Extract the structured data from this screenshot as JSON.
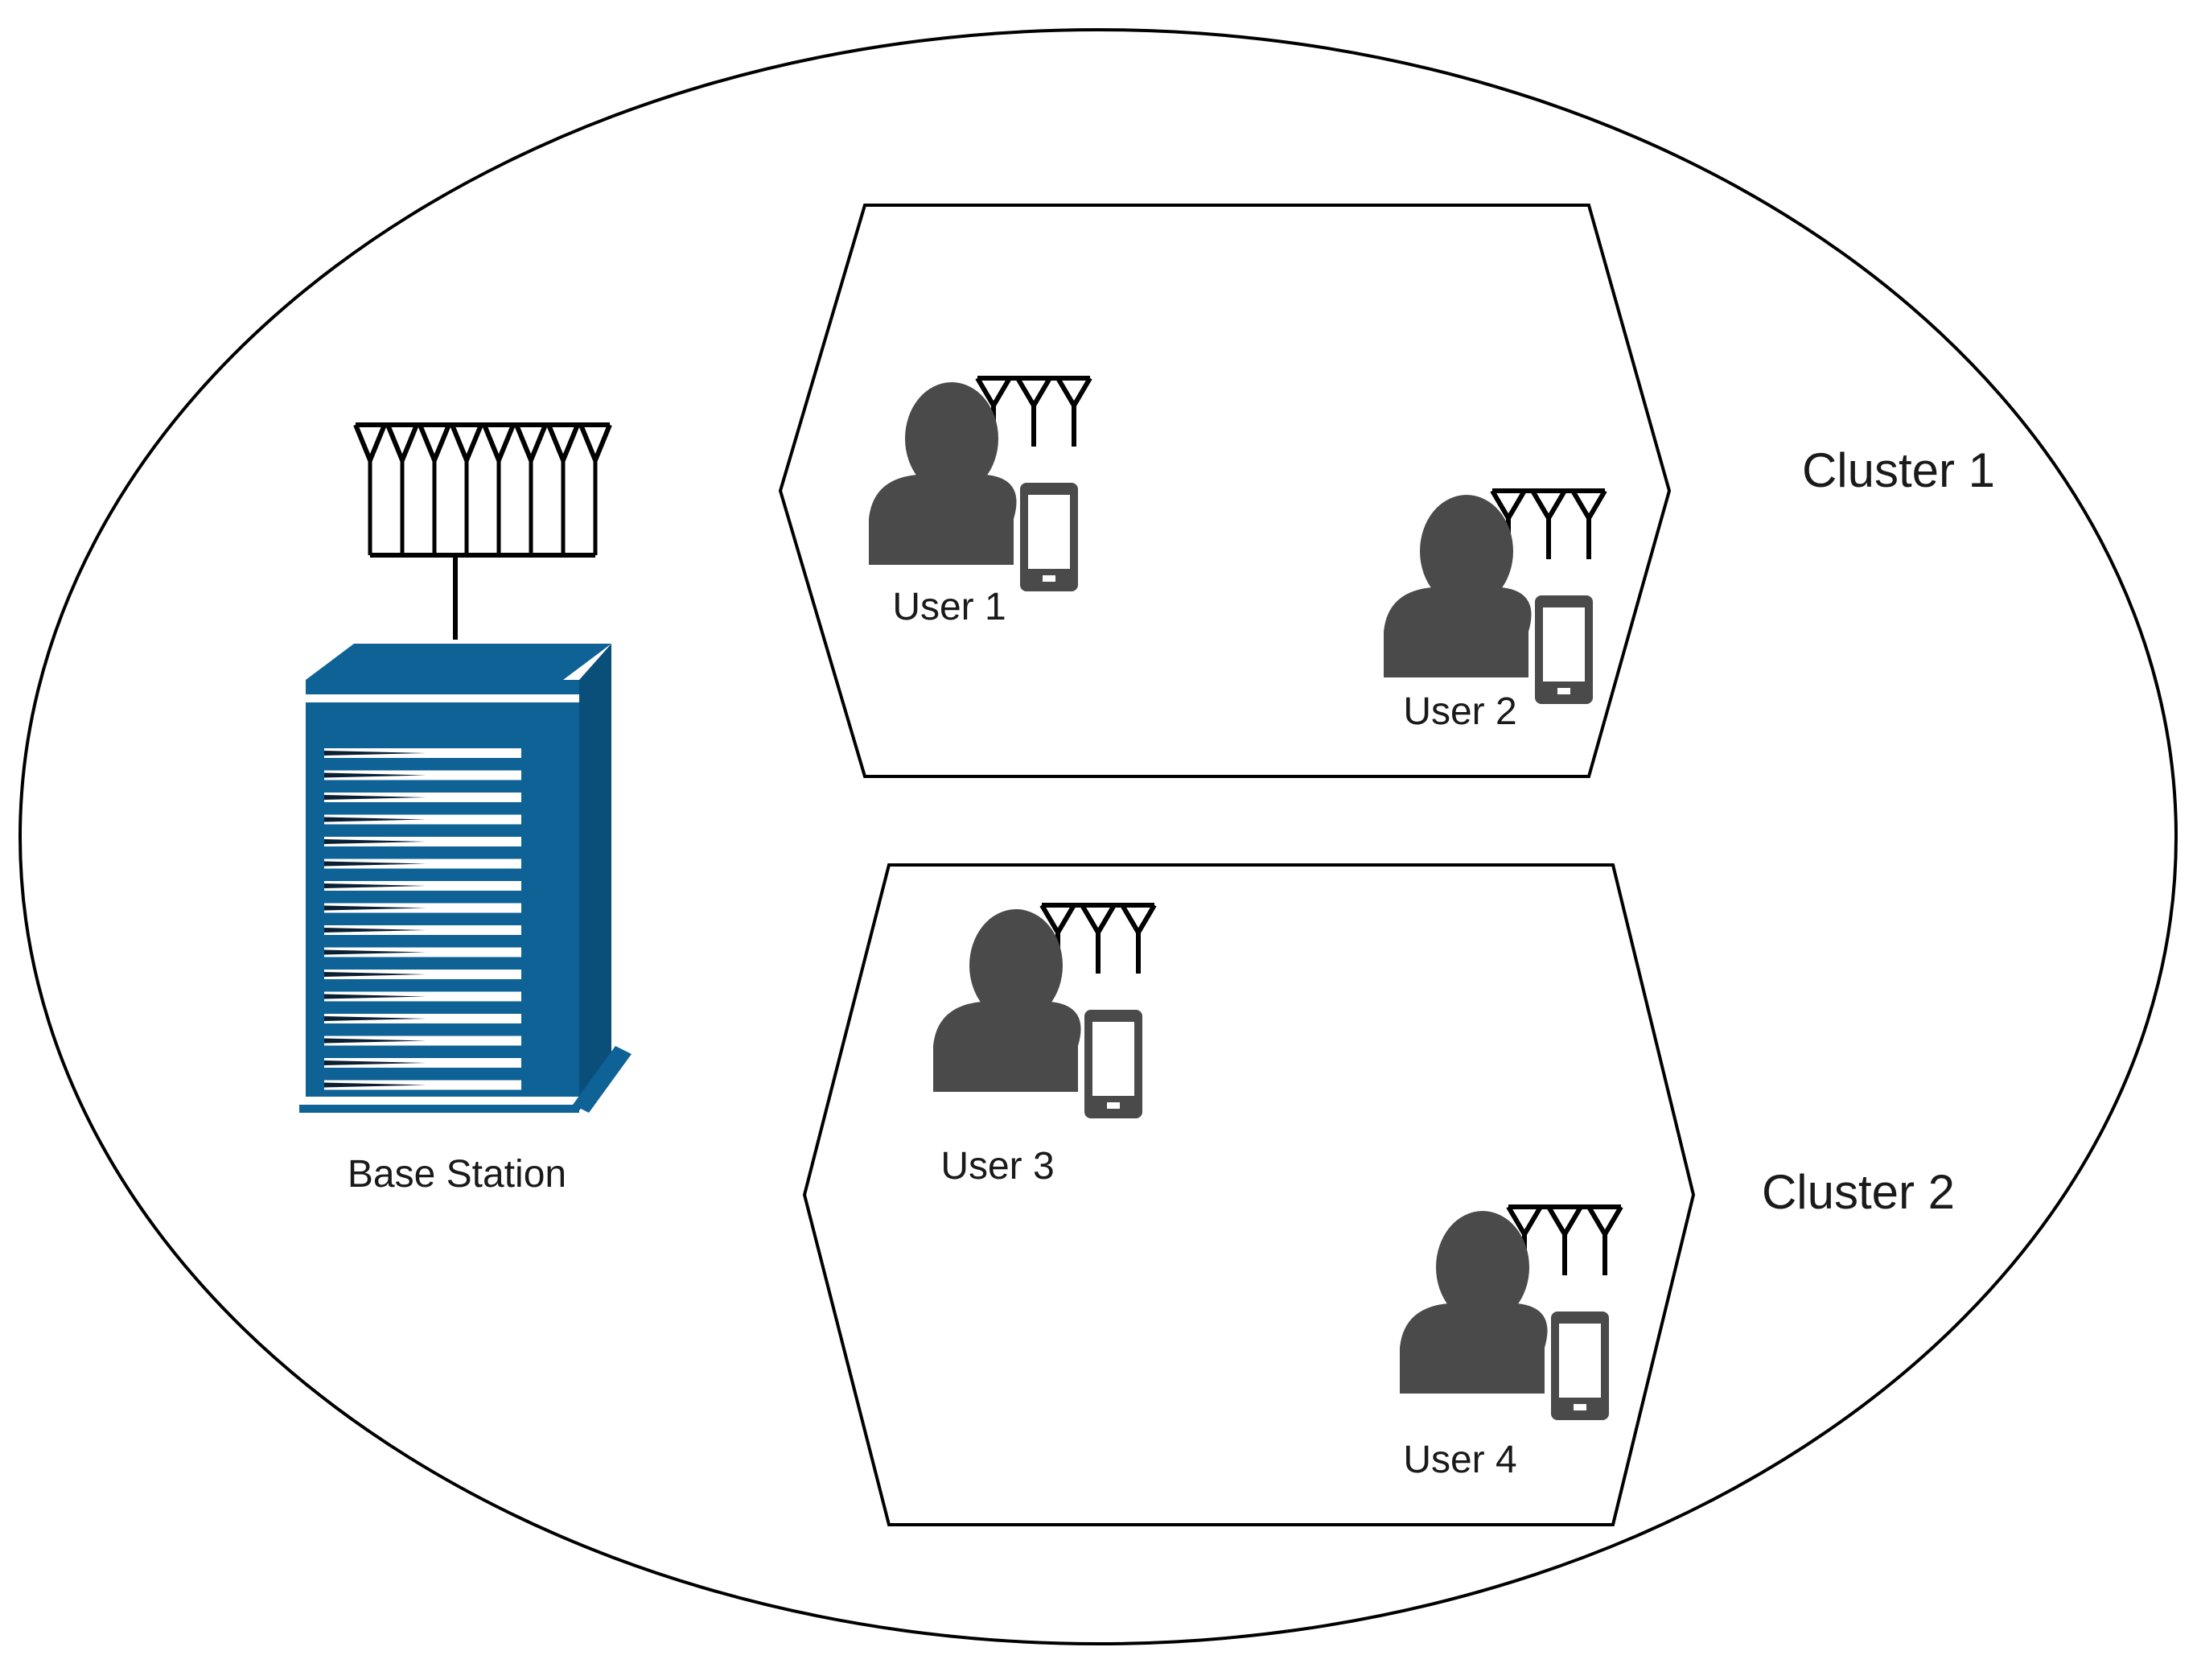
{
  "base_station": {
    "label": "Base Station",
    "icon": "server-tower-icon",
    "color": "#0e6296",
    "antenna_count": 8
  },
  "clusters": [
    {
      "label": "Cluster 1",
      "users": [
        {
          "label": "User 1"
        },
        {
          "label": "User 2"
        }
      ]
    },
    {
      "label": "Cluster 2",
      "users": [
        {
          "label": "User 3"
        },
        {
          "label": "User 4"
        }
      ]
    }
  ],
  "user_icon": {
    "icon": "user-with-phone-icon",
    "color": "#4a4a4a",
    "antenna_count": 3
  }
}
